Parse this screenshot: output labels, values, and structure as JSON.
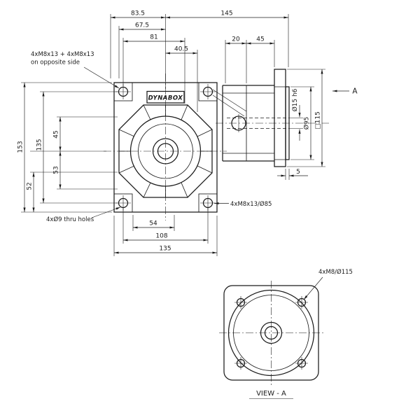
{
  "drawing": {
    "colors": {
      "ink": "#1b1b1b",
      "paper": "#ffffff"
    },
    "brand_plate": "DYNABOX",
    "front_view": {
      "notes": {
        "tapped_top_1": "4xM8x13 + 4xM8x13",
        "tapped_top_2": "on opposite side",
        "thru_holes": "4xØ9 thru holes",
        "tapped_corner": "4xM8x13/Ø85"
      },
      "dims_top": {
        "d83_5": "83.5",
        "d145": "145",
        "d67_5": "67.5",
        "d81": "81",
        "d40_5": "40.5"
      },
      "dims_left": {
        "d153": "153",
        "d135": "135",
        "d45": "45",
        "d53": "53",
        "d52": "52"
      },
      "dims_bottom": {
        "d54": "54",
        "d108": "108",
        "d135": "135"
      }
    },
    "side_view": {
      "dims": {
        "d20": "20",
        "d45": "45",
        "shaft": "Ø15 h6",
        "pilot": "Ø95",
        "square": "□115",
        "depth": "5"
      },
      "arrow_label": "A"
    },
    "view_a": {
      "note_bolts": "4xM8/Ø115",
      "caption": "VIEW - A"
    }
  }
}
